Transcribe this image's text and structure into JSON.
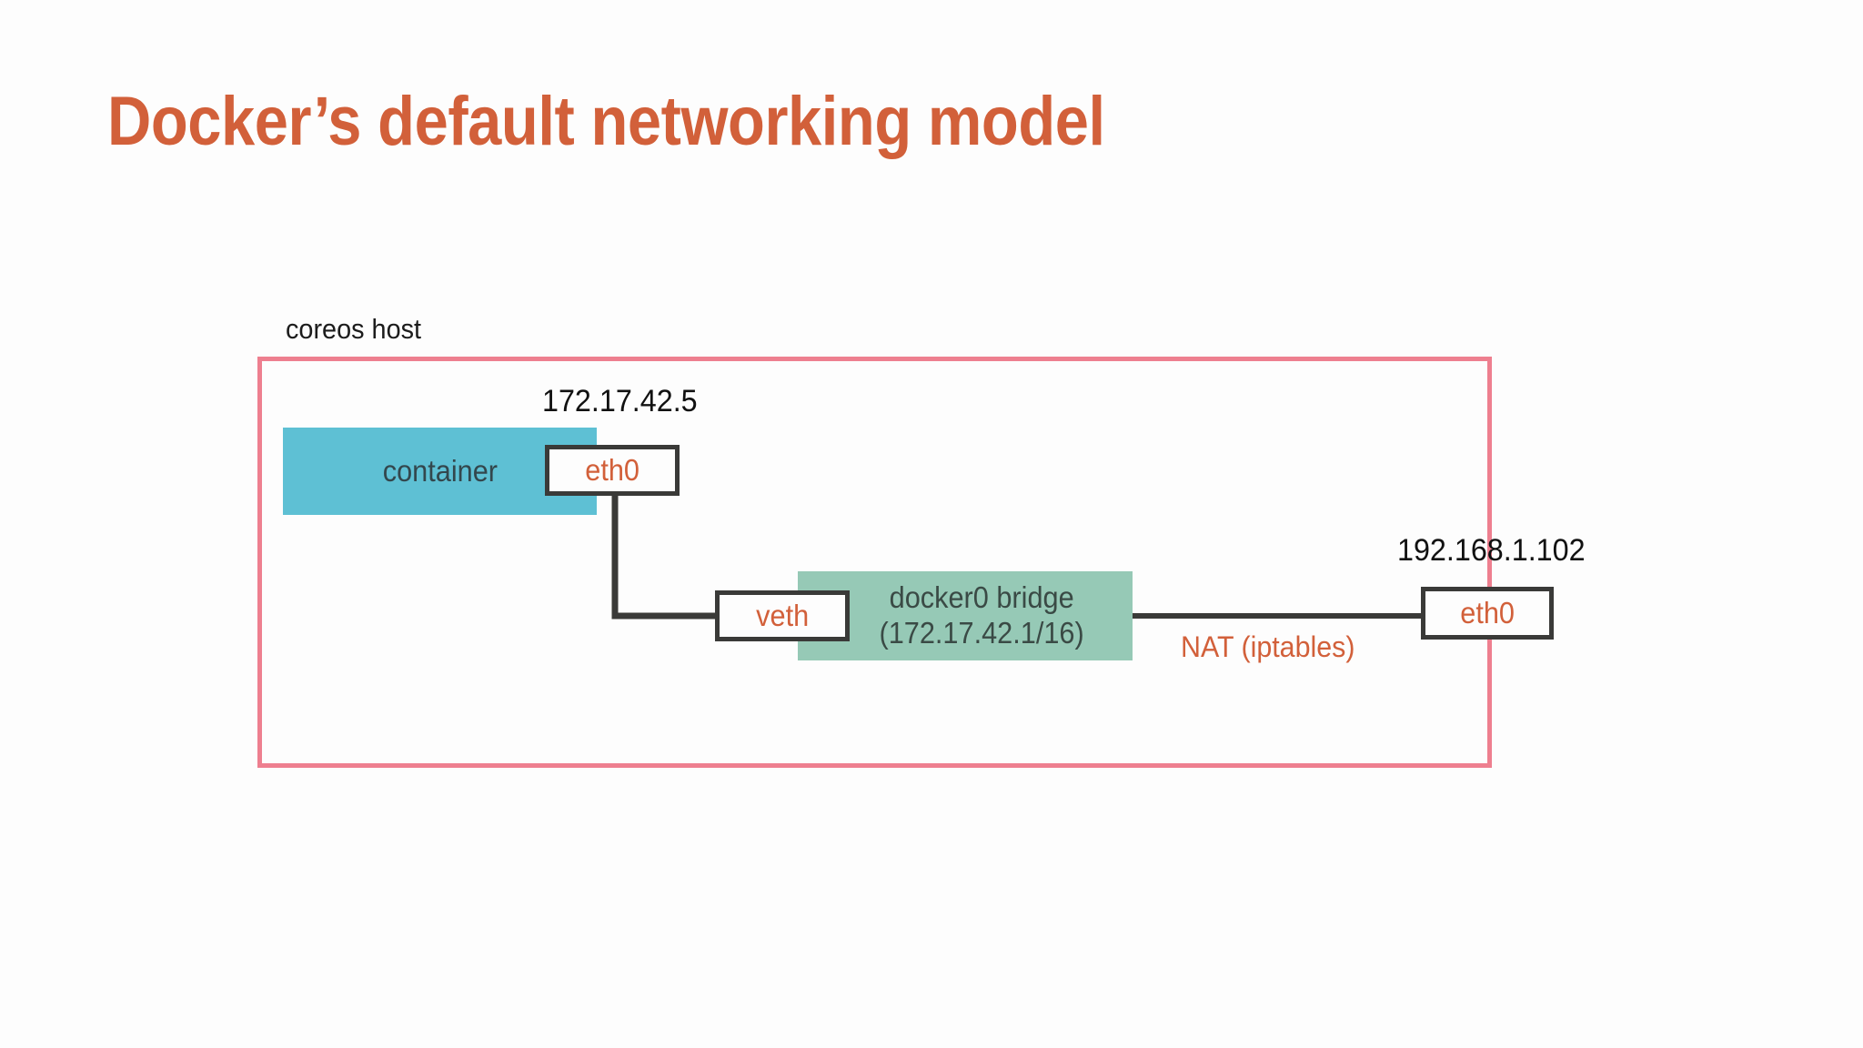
{
  "slide": {
    "title": "Docker’s default networking model",
    "title_color": "#d2603a",
    "background": "#fdfdfd"
  },
  "diagram": {
    "type": "network-topology",
    "host_boundary": {
      "label": "coreos host",
      "border_color": "#ee7f8f",
      "label_color": "#1c1c1c"
    },
    "nodes": {
      "container": {
        "label": "container",
        "fill": "#5ec0d4",
        "text_color": "#33474d"
      },
      "container_eth0": {
        "label": "eth0",
        "fill": "#fdfdfd",
        "border_color": "#3a3a38",
        "text_color": "#d2603a"
      },
      "veth": {
        "label": "veth",
        "fill": "#fdfdfd",
        "border_color": "#3a3a38",
        "text_color": "#d2603a"
      },
      "bridge": {
        "label_line1": "docker0 bridge",
        "label_line2": "(172.17.42.1/16)",
        "fill": "#96c9b6",
        "text_color": "#3a4a45"
      },
      "host_eth0": {
        "label": "eth0",
        "fill": "#fdfdfd",
        "border_color": "#3a3a38",
        "text_color": "#d2603a"
      }
    },
    "annotations": {
      "container_ip": "172.17.42.5",
      "host_ip": "192.168.1.102",
      "nat": "NAT (iptables)",
      "nat_color": "#d2603a",
      "ip_color": "#111111"
    },
    "edges": [
      {
        "from": "container_eth0",
        "to": "veth",
        "style": "orthogonal",
        "color": "#3a3a38"
      },
      {
        "from": "bridge",
        "to": "host_eth0",
        "style": "straight",
        "color": "#3a3a38"
      }
    ]
  }
}
